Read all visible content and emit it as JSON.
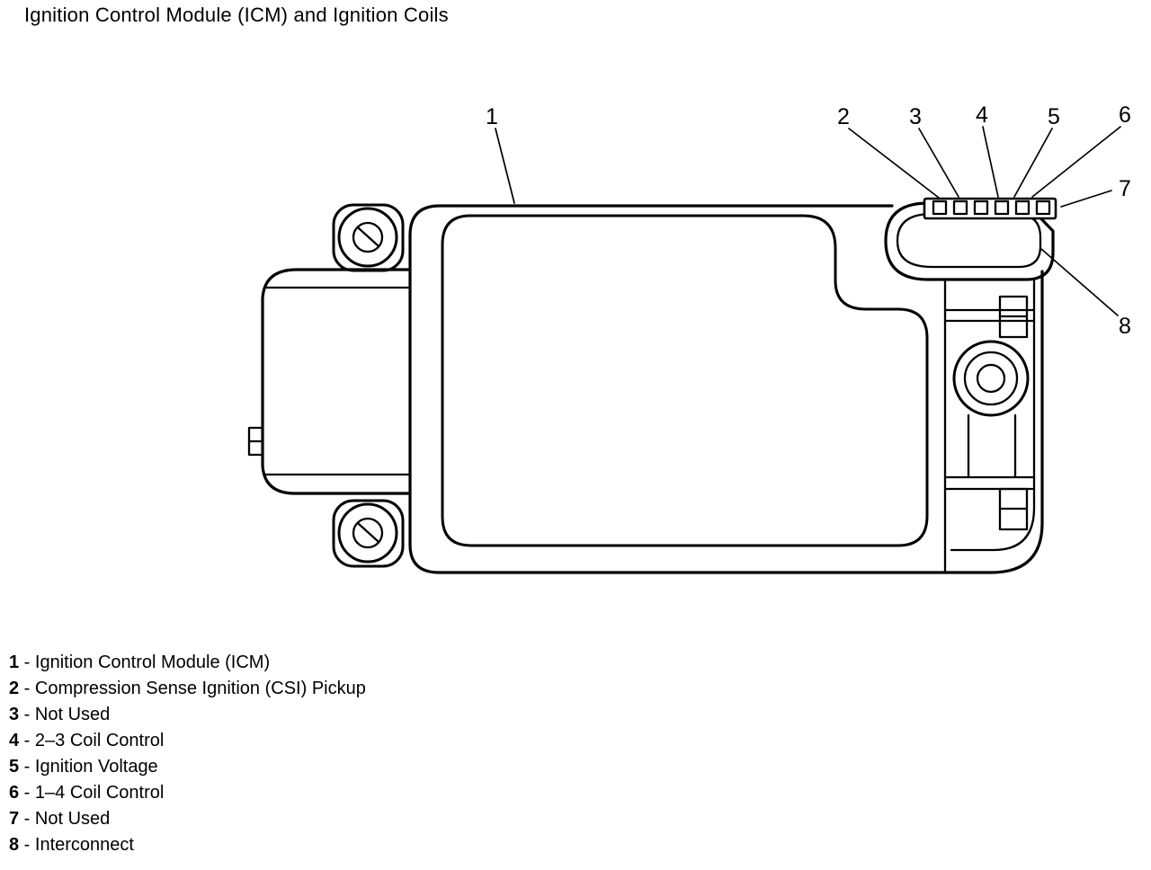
{
  "page": {
    "title": "Ignition Control Module (ICM) and Ignition Coils"
  },
  "diagram": {
    "callouts": [
      "1",
      "2",
      "3",
      "4",
      "5",
      "6",
      "7",
      "8"
    ]
  },
  "legend": {
    "separator": " - ",
    "items": [
      {
        "num": "1",
        "label": "Ignition Control Module (ICM)"
      },
      {
        "num": "2",
        "label": "Compression Sense Ignition (CSI) Pickup"
      },
      {
        "num": "3",
        "label": "Not Used"
      },
      {
        "num": "4",
        "label": "2–3 Coil Control"
      },
      {
        "num": "5",
        "label": "Ignition Voltage"
      },
      {
        "num": "6",
        "label": "1–4 Coil Control"
      },
      {
        "num": "7",
        "label": "Not Used"
      },
      {
        "num": "8",
        "label": "Interconnect"
      }
    ]
  }
}
